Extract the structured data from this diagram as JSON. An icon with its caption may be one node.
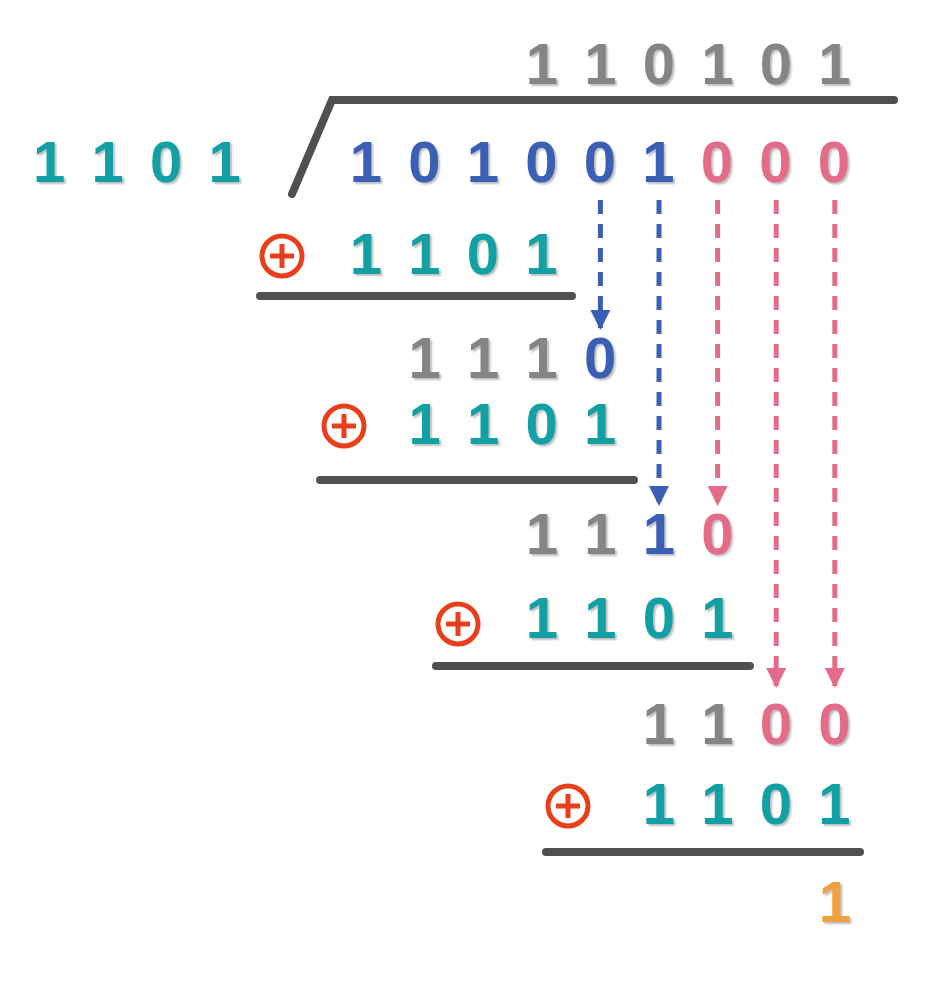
{
  "diagram": {
    "labels": [
      "1 1 0 1 0 1",
      "1 1 0 1",
      "1 0 1 0 0 1 0 0 0",
      "1 1 0 1",
      "1 1 1 0",
      "1 1 0 1",
      "1 1 1 0",
      "1 1 0 1",
      "1 1 0 0",
      "1 1 0 1",
      "1"
    ]
  }
}
